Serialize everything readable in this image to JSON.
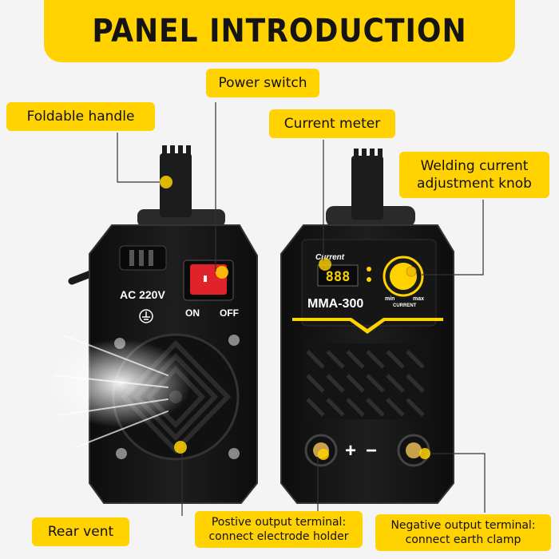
{
  "title": "PANEL INTRODUCTION",
  "callouts": {
    "power_switch": "Power switch",
    "foldable_handle": "Foldable handle",
    "current_meter": "Current meter",
    "current_knob": "Welding current adjustment knob",
    "rear_vent": "Rear vent",
    "positive_terminal": "Postive output terminal: connect electrode holder",
    "negative_terminal": "Negative output terminal: connect earth clamp"
  },
  "device": {
    "rear": {
      "voltage": "AC 220V",
      "on_label": "ON",
      "off_label": "OFF"
    },
    "front": {
      "model": "MMA-300",
      "meter_label": "Current",
      "display_value": "888",
      "knob_min": "min",
      "knob_max": "max",
      "knob_caption": "CURRENT",
      "polarity_plus": "+",
      "polarity_minus": "−"
    }
  },
  "colors": {
    "accent": "#ffd200",
    "body": "#151515",
    "switch": "#e0232b"
  },
  "icons": [
    "power-plug-icon",
    "ground-symbol-icon",
    "vent-grill-icon",
    "handle-icon",
    "knob-icon",
    "terminal-icon"
  ]
}
